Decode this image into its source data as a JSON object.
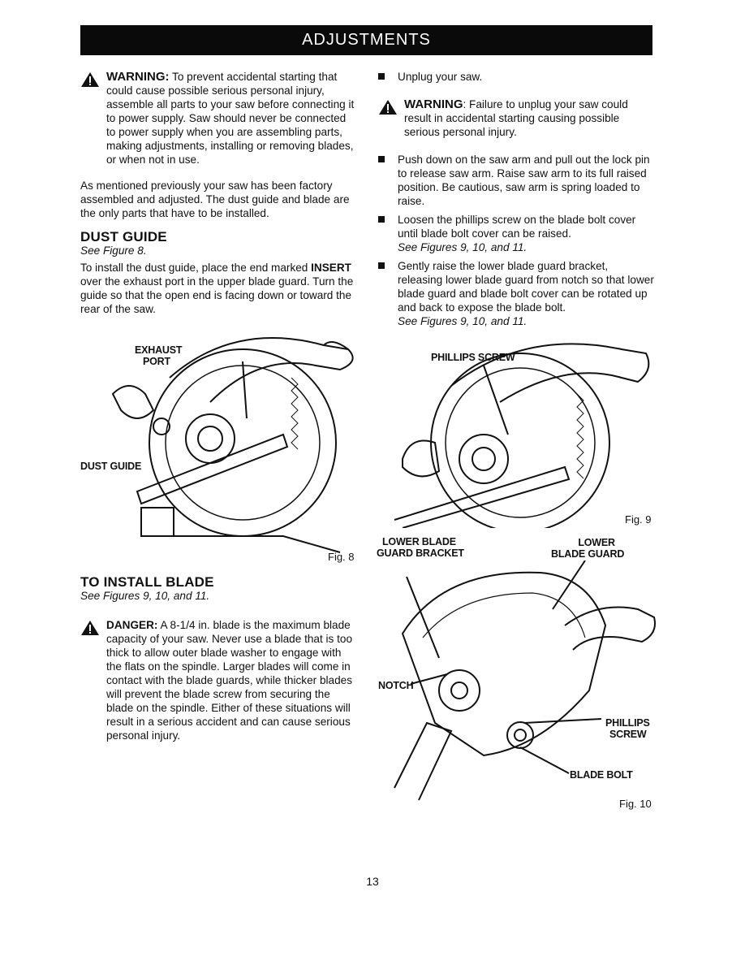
{
  "header": {
    "title": "ADJUSTMENTS"
  },
  "left": {
    "warning1": {
      "label": "WARNING:",
      "text": "To prevent accidental starting that could cause possible serious personal injury, assemble all parts to your saw before connecting it to power supply. Saw should never be connected to power supply when you are assembling parts, making adjustments, installing or removing blades, or when not in use."
    },
    "intro": "As mentioned previously your saw has been factory assembled and adjusted. The dust guide and blade are the only parts that have to be installed.",
    "dust_guide": {
      "heading": "DUST GUIDE",
      "see": "See Figure 8.",
      "text_pre": "To install the dust guide, place the end marked ",
      "text_bold": "INSERT",
      "text_post": " over the exhaust port in the upper blade guard. Turn the guide so that the open end is facing down or toward the rear of the saw."
    },
    "install_blade": {
      "heading": "TO INSTALL BLADE",
      "see": "See Figures 9, 10, and 11."
    },
    "danger": {
      "label": "DANGER:",
      "text": "A 8-1/4 in. blade is the maximum blade capacity of your saw. Never use a blade that is too thick to allow outer blade washer to engage with the flats on the spindle. Larger blades will come in contact with the blade guards, while thicker blades will prevent the blade screw from securing the blade on the spindle. Either of these situations will result in a serious accident and can cause serious personal injury."
    }
  },
  "right": {
    "bullet1": "Unplug your saw.",
    "warning2": {
      "label": "WARNING",
      "text": ": Failure to unplug your saw could result in accidental starting causing possible serious personal injury."
    },
    "bullet2": "Push down on the saw arm and pull out the lock pin to release saw arm. Raise saw arm to its full raised position. Be cautious, saw arm is spring loaded to raise.",
    "bullet3": {
      "text": "Loosen the phillips screw on the blade bolt cover until blade bolt cover can be raised.",
      "see": "See Figures 9, 10, and 11."
    },
    "bullet4": {
      "text": "Gently raise the lower blade guard bracket, releasing lower blade guard from notch so that lower blade guard and blade bolt cover can be rotated up and back to expose the blade bolt.",
      "see": "See Figures 9, 10, and 11."
    }
  },
  "fig8": {
    "exhaust_port_line1": "EXHAUST",
    "exhaust_port_line2": "PORT",
    "dust_guide": "DUST GUIDE",
    "label": "Fig. 8"
  },
  "fig9": {
    "phillips_screw": "PHILLIPS SCREW",
    "label": "Fig. 9"
  },
  "fig10": {
    "lower_blade_guard_bracket_line1": "LOWER BLADE",
    "lower_blade_guard_bracket_line2": "GUARD BRACKET",
    "lower_blade_guard_line1": "LOWER",
    "lower_blade_guard_line2": "BLADE GUARD",
    "notch": "NOTCH",
    "phillips_screw_line1": "PHILLIPS",
    "phillips_screw_line2": "SCREW",
    "blade_bolt": "BLADE BOLT",
    "label": "Fig. 10"
  },
  "page_number": "13"
}
